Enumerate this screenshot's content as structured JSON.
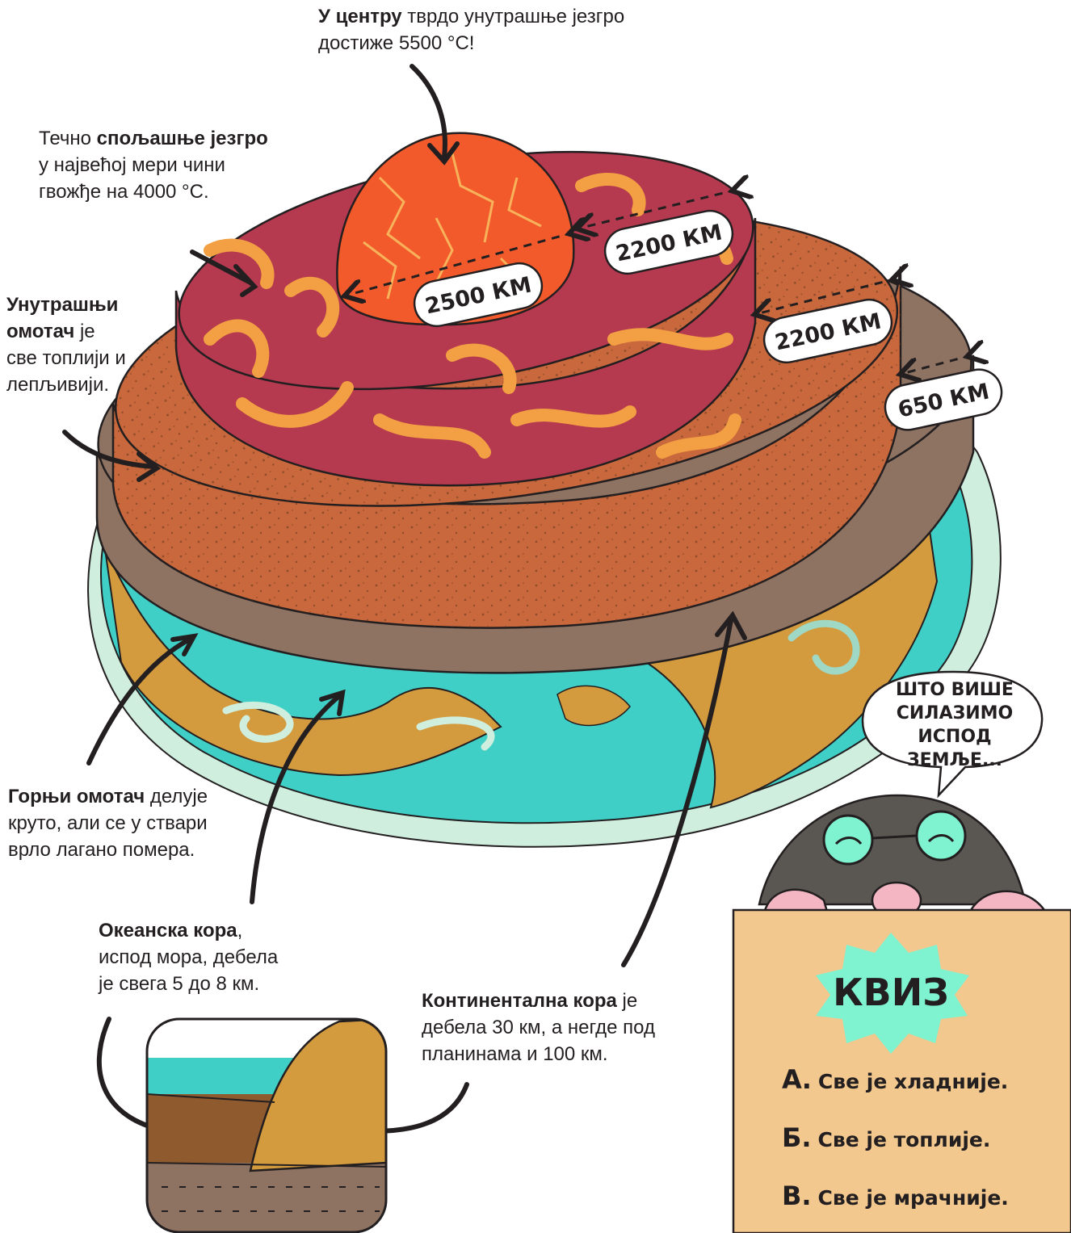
{
  "labels": {
    "inner_core": {
      "bold": "У центру",
      "rest1": " тврдо унутрашње језгро",
      "rest2": "достиже 5500 °C!"
    },
    "outer_core": {
      "pre": "Течно ",
      "bold": "спољашње језгро",
      "rest1": "у највећој мери чини",
      "rest2": "гвожђе на 4000 °C."
    },
    "lower_mantle": {
      "bold1": "Унутрашњи",
      "bold2": "омотач",
      "rest1": " је",
      "rest2": "све топлији и",
      "rest3": "лепљивији."
    },
    "upper_mantle": {
      "bold": "Горњи омотач",
      "rest1": " делује",
      "rest2": "круто, али се у ствари",
      "rest3": "врло лагано помера."
    },
    "oceanic_crust": {
      "bold": "Океанска кора",
      "rest1": ",",
      "rest2": "испод мора, дебела",
      "rest3": "је свега 5 до 8 км."
    },
    "continental_crust": {
      "bold": "Континентална кора",
      "rest1": " је",
      "rest2": "дебела 30 км, а негде под",
      "rest3": "планинама и 100 км."
    }
  },
  "distances": {
    "inner_core": "2500 КМ",
    "outer_core": "2200 КМ",
    "lower_mantle": "2200 КМ",
    "upper_mantle": "650 КМ"
  },
  "mole_speech": [
    "ШТО ВИШЕ",
    "СИЛАЗИМО",
    "ИСПОД ЗЕМЉЕ..."
  ],
  "quiz": {
    "title": "КВИЗ",
    "options": [
      {
        "letter": "А.",
        "text": "Све је хладније."
      },
      {
        "letter": "Б.",
        "text": "Све је топлије."
      },
      {
        "letter": "В.",
        "text": "Све је мрачније."
      }
    ]
  },
  "colors": {
    "inner_core": "#f25a2c",
    "outer_core": "#b5394f",
    "outer_core_pattern": "#f2a043",
    "lower_mantle": "#c8683c",
    "upper_mantle": "#8e7363",
    "ocean": "#3fcfc7",
    "land": "#d49a3e",
    "cloud": "#cfeede",
    "quiz_bg": "#f2c88e",
    "quiz_badge": "#7ff2cf"
  }
}
